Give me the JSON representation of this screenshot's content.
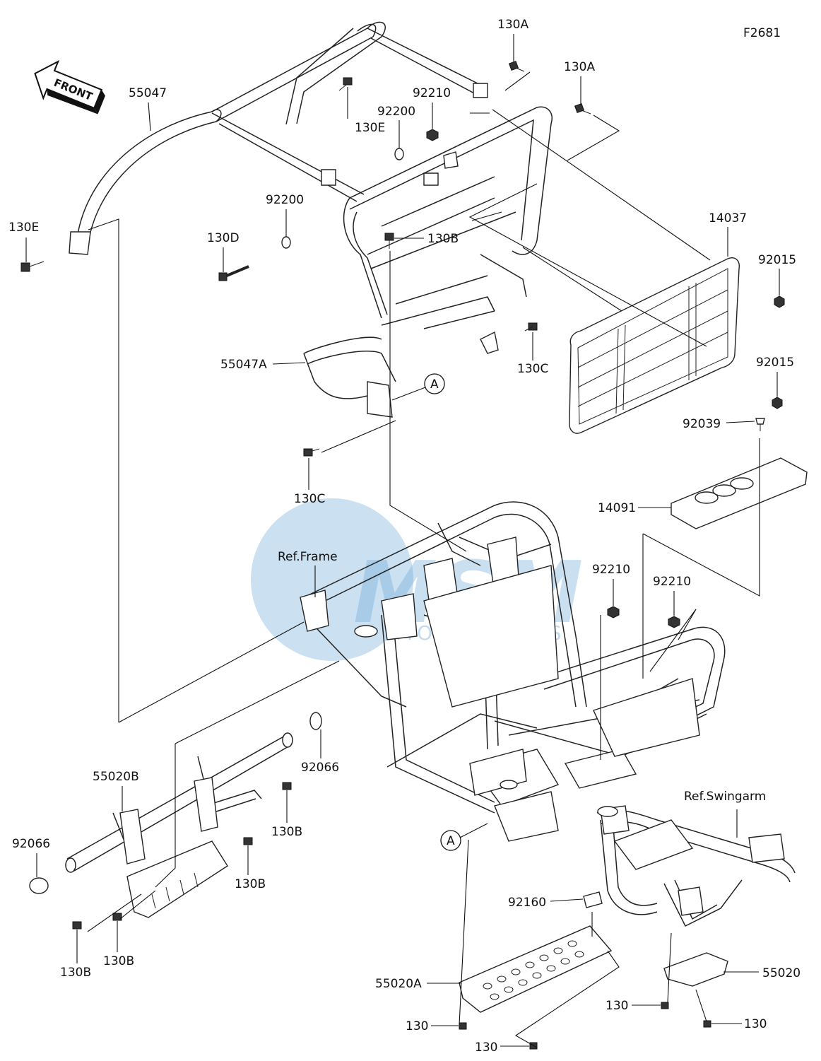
{
  "figure_code": "F2681",
  "front_arrow": "FRONT",
  "callout_a": "A",
  "watermark": {
    "logo": "MSM",
    "text": "MOTO PARTS"
  },
  "refs": {
    "frame": "Ref.Frame",
    "swingarm": "Ref.Swingarm"
  },
  "labels": {
    "p130A_1": "130A",
    "p130A_2": "130A",
    "p55047": "55047",
    "p92210_top": "92210",
    "p92200_top": "92200",
    "p130E_mid": "130E",
    "p130E_left": "130E",
    "p92200_mid": "92200",
    "p130D": "130D",
    "p130B_top": "130B",
    "p14037": "14037",
    "p92015_1": "92015",
    "p92015_2": "92015",
    "p55047A": "55047A",
    "p130C_right": "130C",
    "p92039": "92039",
    "p130C_left": "130C",
    "p14091": "14091",
    "p92210_a": "92210",
    "p92210_b": "92210",
    "p92066_top": "92066",
    "p55020B": "55020B",
    "p130B_1": "130B",
    "p92066_left": "92066",
    "p130B_2": "130B",
    "p130B_3": "130B",
    "p130B_4": "130B",
    "p92160": "92160",
    "p55020A": "55020A",
    "p55020": "55020",
    "p130_1": "130",
    "p130_2": "130",
    "p130_3": "130",
    "p130_4": "130"
  }
}
